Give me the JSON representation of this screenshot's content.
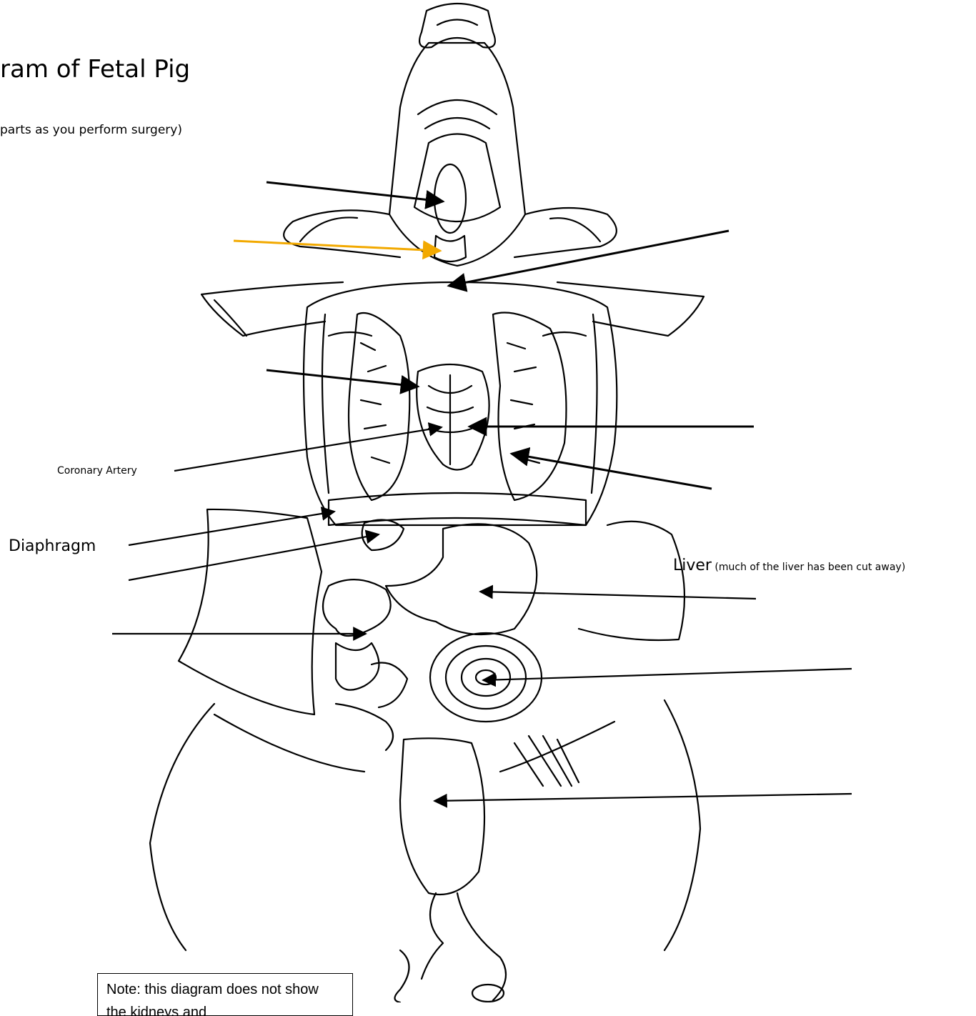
{
  "title": "ram of Fetal Pig",
  "subtitle": "parts as you perform surgery)",
  "labels": {
    "coronary_artery": "Coronary Artery",
    "diaphragm": "Diaphragm",
    "liver": "Liver",
    "liver_note": "(much of the liver has been cut away)"
  },
  "note": {
    "line1": "Note:  this diagram does not show",
    "line2": "the kidneys and"
  },
  "colors": {
    "highlight_arrow": "#F2A900",
    "ink": "#000000"
  }
}
